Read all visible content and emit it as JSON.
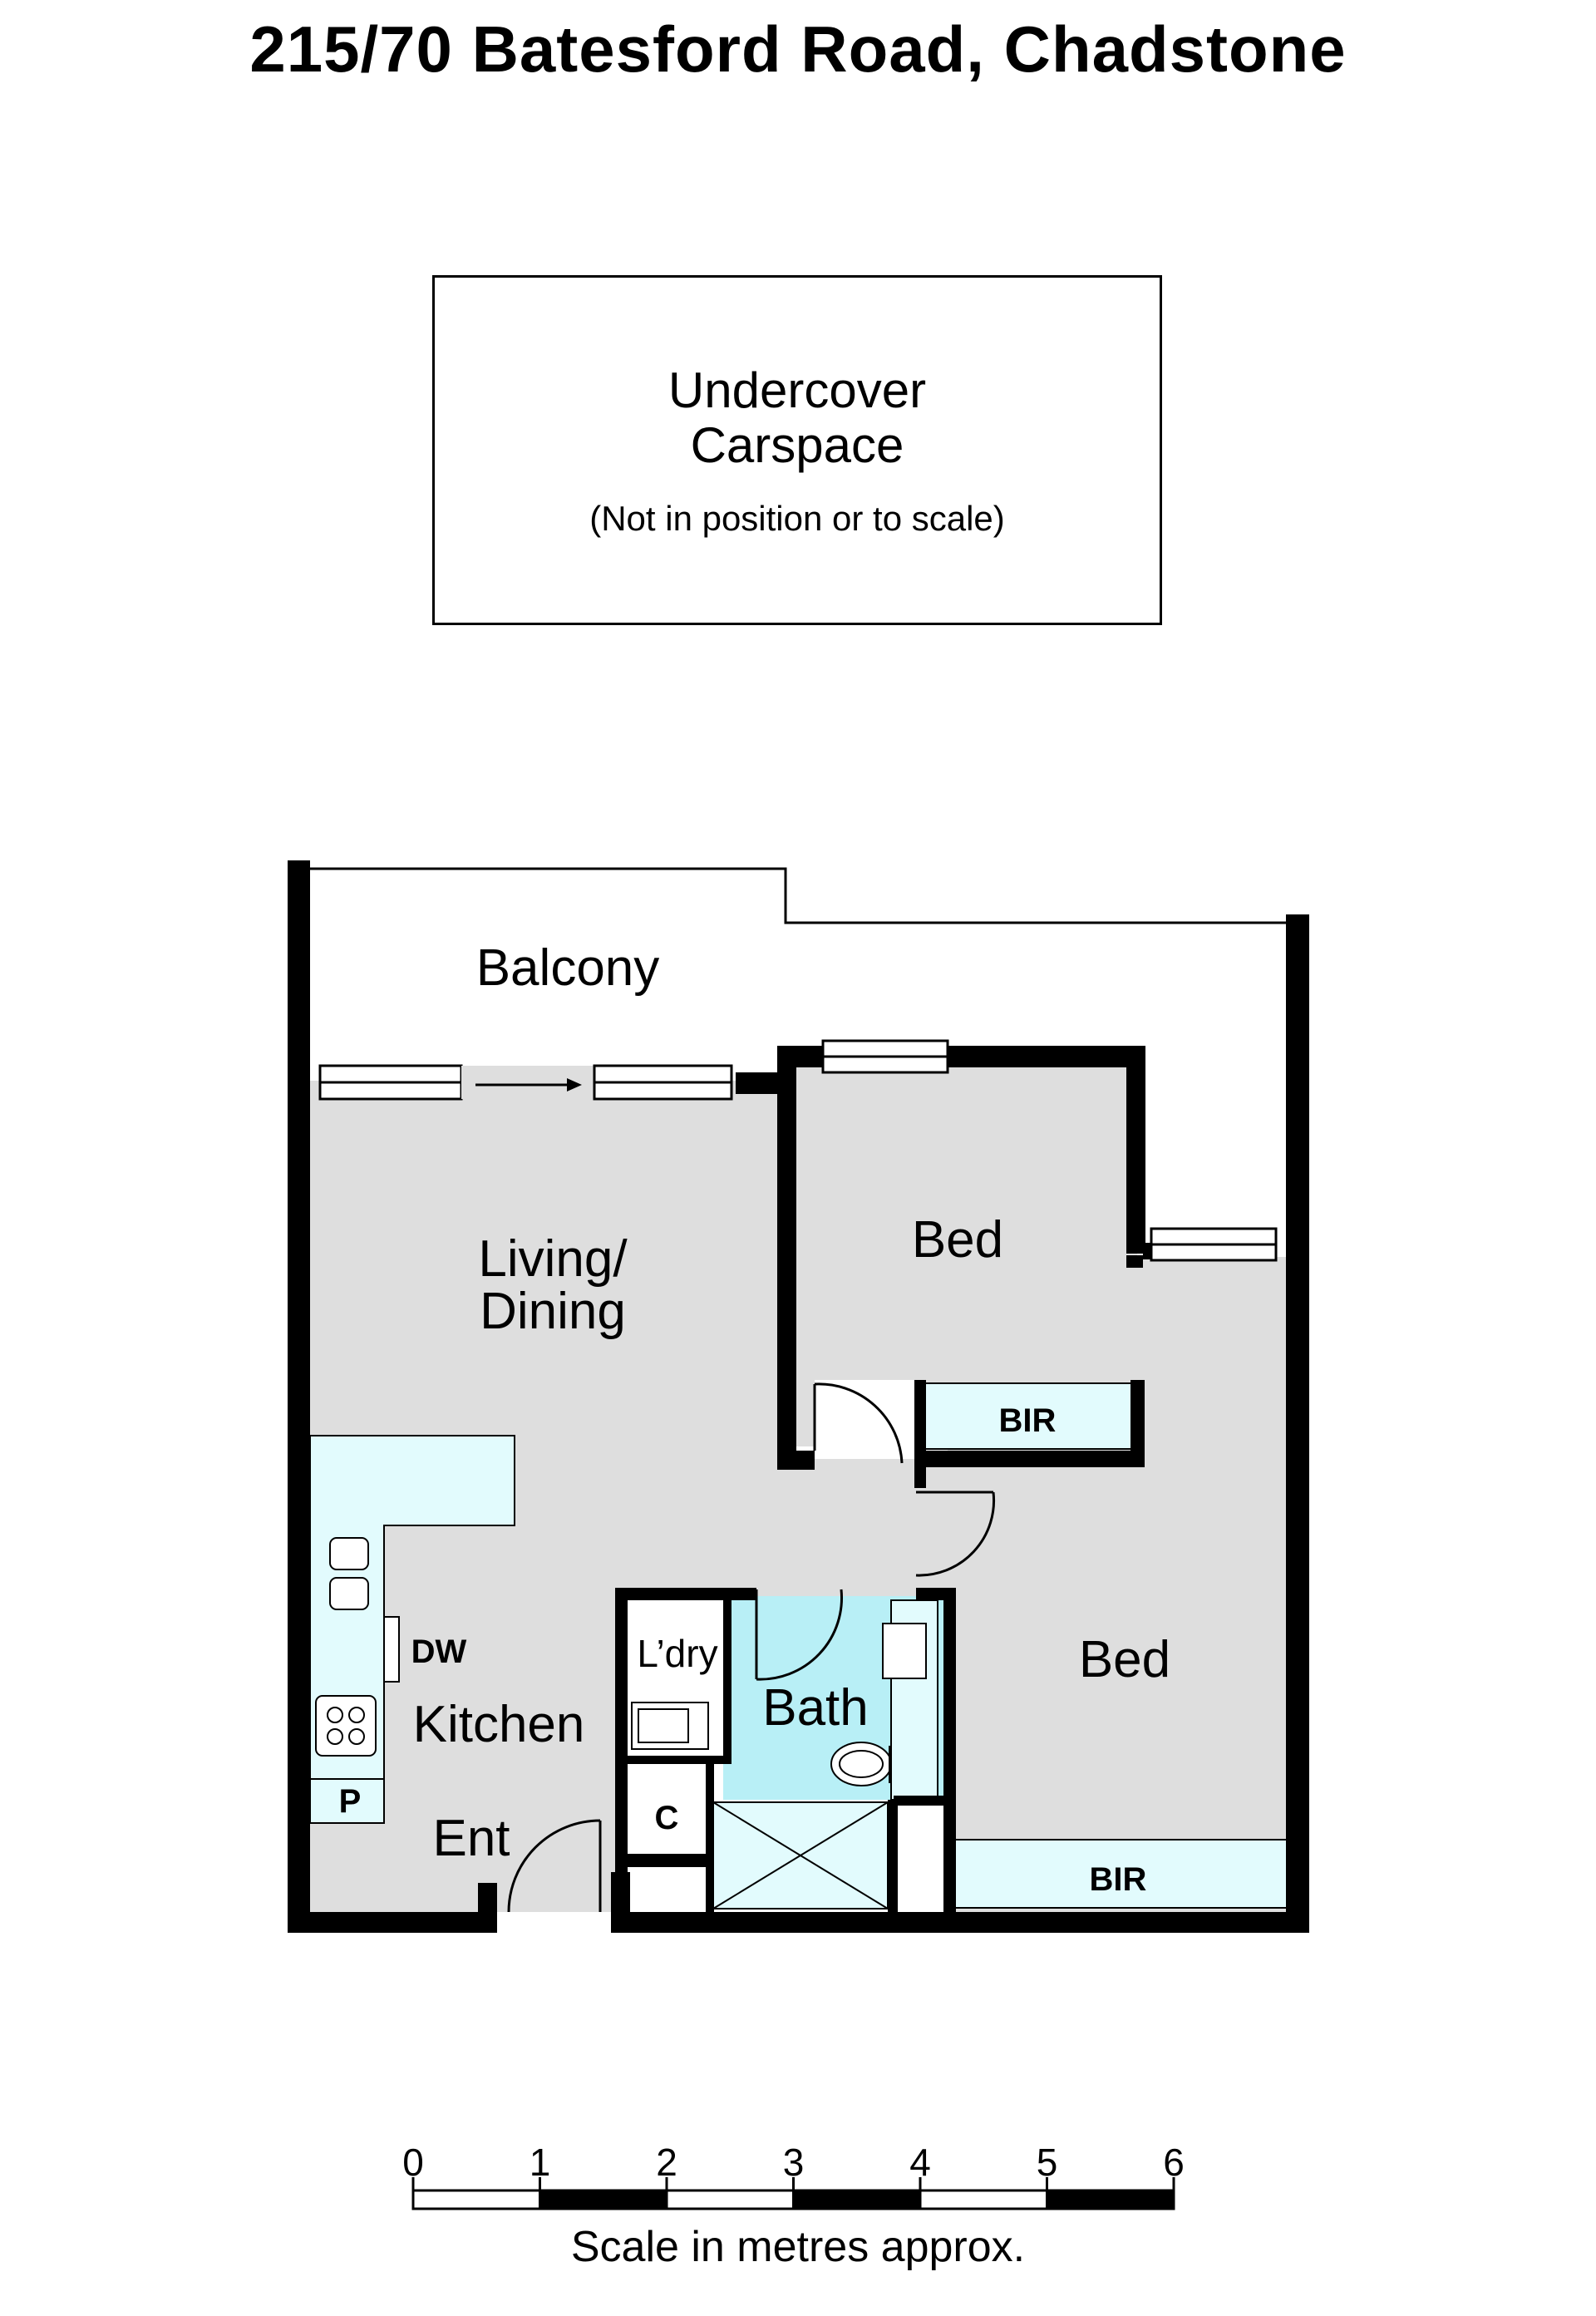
{
  "title": "215/70 Batesford Road, Chadstone",
  "carspace": {
    "name_line1": "Undercover",
    "name_line2": "Carspace",
    "note": "(Not in position or to scale)"
  },
  "rooms": {
    "balcony": "Balcony",
    "living_line1": "Living/",
    "living_line2": "Dining",
    "bed1": "Bed",
    "bed2": "Bed",
    "bir1": "BIR",
    "bir2": "BIR",
    "kitchen": "Kitchen",
    "dw": "DW",
    "pantry": "P",
    "laundry": "L’dry",
    "bath": "Bath",
    "cupboard": "C",
    "entry": "Ent"
  },
  "scale_bar": {
    "ticks": [
      "0",
      "1",
      "2",
      "3",
      "4",
      "5",
      "6"
    ],
    "caption": "Scale in metres approx."
  },
  "colors": {
    "floor": "#dedede",
    "wet_area": "#b8eff6",
    "joinery": "#e2fbfd",
    "wall": "#000000"
  }
}
